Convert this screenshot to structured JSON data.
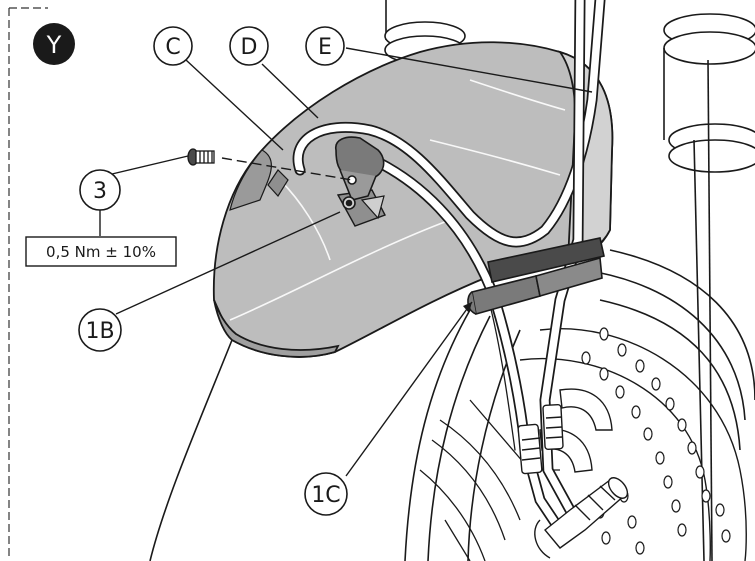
{
  "view_badge": "Y",
  "callouts": {
    "c": "C",
    "d": "D",
    "e": "E",
    "three": "3",
    "one_b": "1B",
    "one_c": "1C"
  },
  "torque_spec": "0,5 Nm ± 10%",
  "colors": {
    "line": "#1a1a1a",
    "fender": "#b8b8b8",
    "fender_dark": "#8f8f8f",
    "fender_light": "#d2d2d2",
    "clip": "#7a7a7a",
    "badge": "#1a1a1a",
    "background": "#ffffff"
  }
}
